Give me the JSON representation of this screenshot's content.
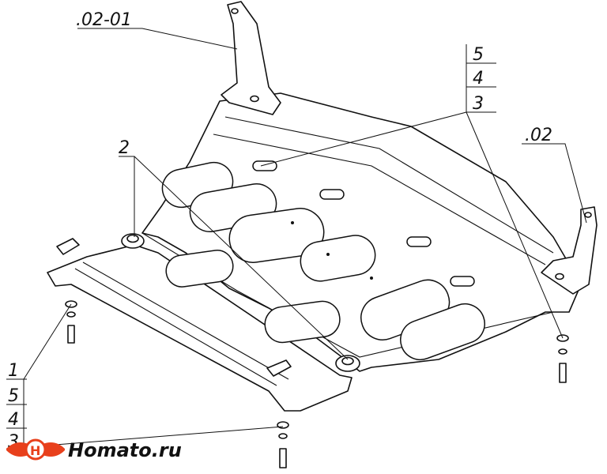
{
  "labels": {
    "part_0201": ".02-01",
    "part_02": ".02",
    "callout_2": "2",
    "right_stack": [
      "5",
      "4",
      "3"
    ],
    "left_stack": [
      "1",
      "5",
      "4",
      "3"
    ]
  },
  "brand": {
    "name": "Homato.ru",
    "logo_icon": "winged-h-logo-icon"
  },
  "colors": {
    "line": "#111111",
    "background": "#ffffff",
    "logo_accent": "#e8401c"
  }
}
